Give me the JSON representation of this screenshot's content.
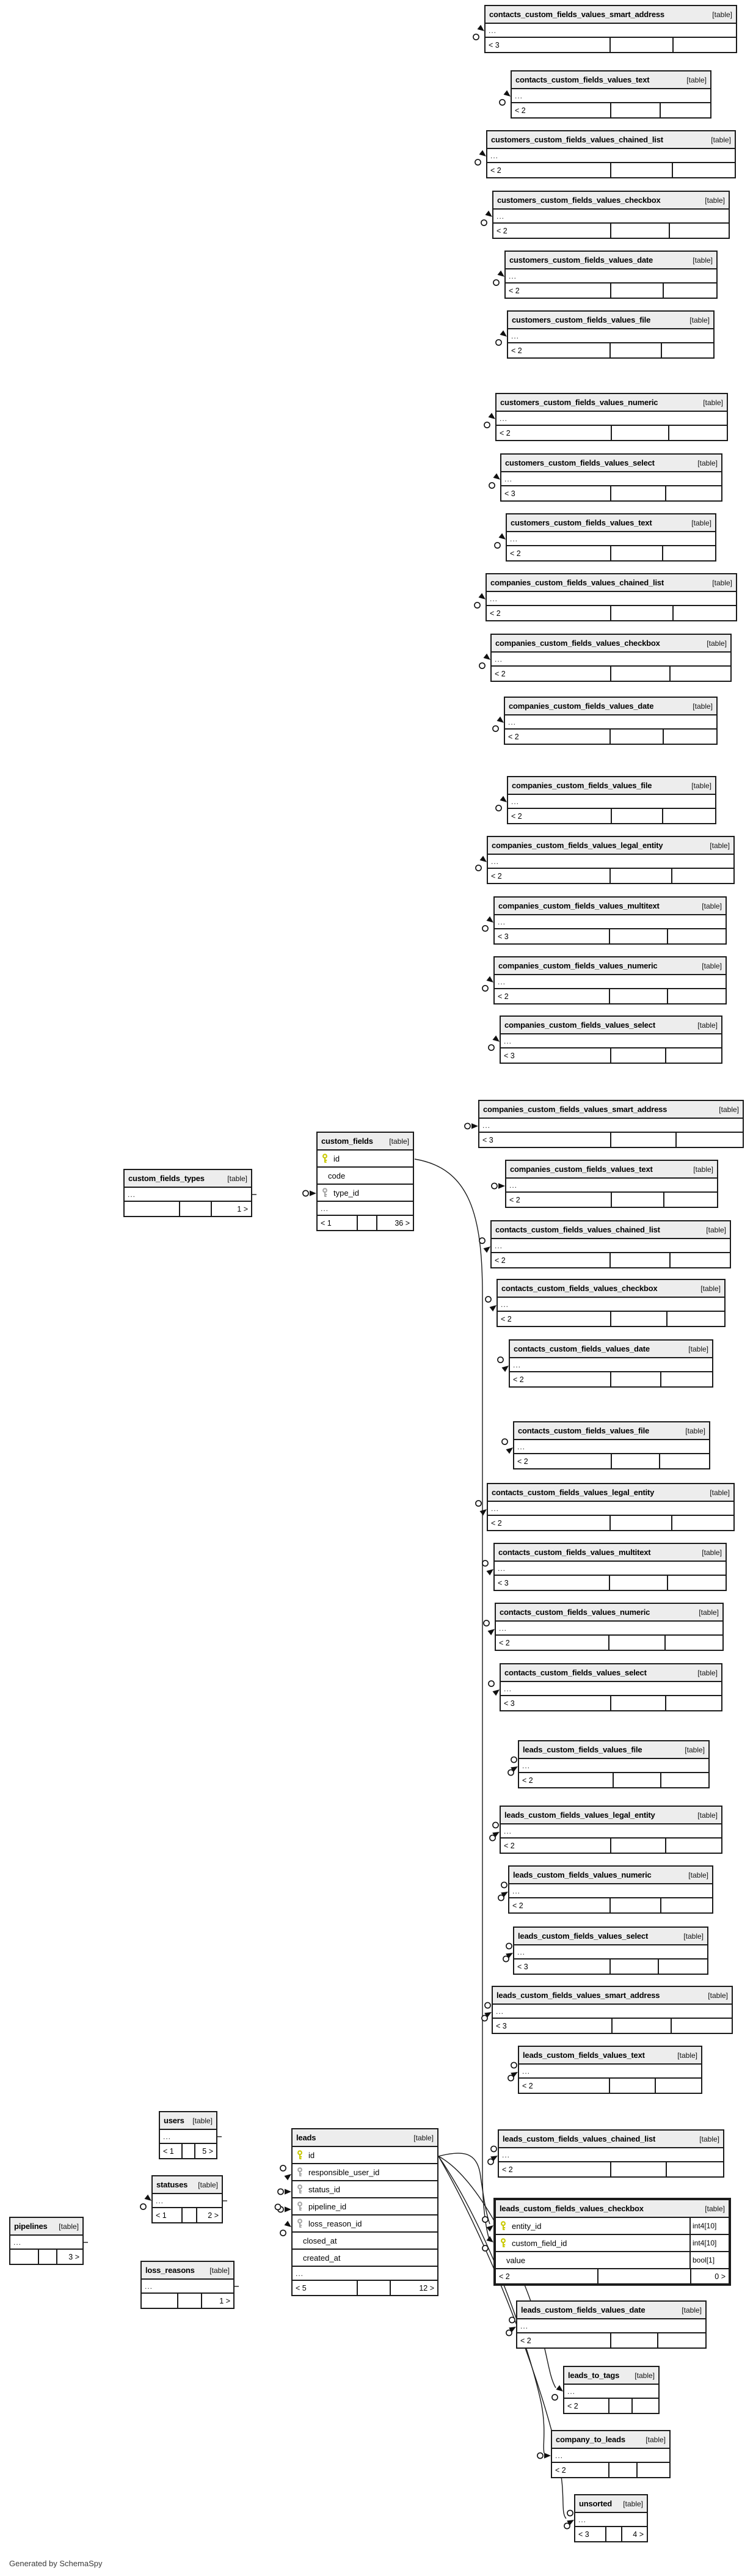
{
  "page": {
    "generated_by": "Generated by SchemaSpy"
  },
  "labels": {
    "table_tag": "[table]",
    "ellipsis": "..."
  },
  "icons": {
    "primary_key_color": "#c9c900",
    "foreign_key_color": "#a6a6a6"
  },
  "tables": [
    {
      "name": "contacts_custom_fields_values_smart_address",
      "footer": [
        "< 3",
        "",
        ""
      ]
    },
    {
      "name": "contacts_custom_fields_values_text",
      "footer": [
        "< 2",
        "",
        ""
      ]
    },
    {
      "name": "customers_custom_fields_values_chained_list",
      "footer": [
        "< 2",
        "",
        ""
      ]
    },
    {
      "name": "customers_custom_fields_values_checkbox",
      "footer": [
        "< 2",
        "",
        ""
      ]
    },
    {
      "name": "customers_custom_fields_values_date",
      "footer": [
        "< 2",
        "",
        ""
      ]
    },
    {
      "name": "customers_custom_fields_values_file",
      "footer": [
        "< 2",
        "",
        ""
      ]
    },
    {
      "name": "customers_custom_fields_values_numeric",
      "footer": [
        "< 2",
        "",
        ""
      ]
    },
    {
      "name": "customers_custom_fields_values_select",
      "footer": [
        "< 3",
        "",
        ""
      ]
    },
    {
      "name": "customers_custom_fields_values_text",
      "footer": [
        "< 2",
        "",
        ""
      ]
    },
    {
      "name": "companies_custom_fields_values_chained_list",
      "footer": [
        "< 2",
        "",
        ""
      ]
    },
    {
      "name": "companies_custom_fields_values_checkbox",
      "footer": [
        "< 2",
        "",
        ""
      ]
    },
    {
      "name": "companies_custom_fields_values_date",
      "footer": [
        "< 2",
        "",
        ""
      ]
    },
    {
      "name": "companies_custom_fields_values_file",
      "footer": [
        "< 2",
        "",
        ""
      ]
    },
    {
      "name": "companies_custom_fields_values_legal_entity",
      "footer": [
        "< 2",
        "",
        ""
      ]
    },
    {
      "name": "companies_custom_fields_values_multitext",
      "footer": [
        "< 3",
        "",
        ""
      ]
    },
    {
      "name": "companies_custom_fields_values_numeric",
      "footer": [
        "< 2",
        "",
        ""
      ]
    },
    {
      "name": "companies_custom_fields_values_select",
      "footer": [
        "< 3",
        "",
        ""
      ]
    },
    {
      "name": "companies_custom_fields_values_smart_address",
      "footer": [
        "< 3",
        "",
        ""
      ]
    },
    {
      "name": "companies_custom_fields_values_text",
      "footer": [
        "< 2",
        "",
        ""
      ]
    },
    {
      "name": "contacts_custom_fields_values_chained_list",
      "footer": [
        "< 2",
        "",
        ""
      ]
    },
    {
      "name": "contacts_custom_fields_values_checkbox",
      "footer": [
        "< 2",
        "",
        ""
      ]
    },
    {
      "name": "contacts_custom_fields_values_date",
      "footer": [
        "< 2",
        "",
        ""
      ]
    },
    {
      "name": "contacts_custom_fields_values_file",
      "footer": [
        "< 2",
        "",
        ""
      ]
    },
    {
      "name": "contacts_custom_fields_values_legal_entity",
      "footer": [
        "< 2",
        "",
        ""
      ]
    },
    {
      "name": "contacts_custom_fields_values_multitext",
      "footer": [
        "< 3",
        "",
        ""
      ]
    },
    {
      "name": "contacts_custom_fields_values_numeric",
      "footer": [
        "< 2",
        "",
        ""
      ]
    },
    {
      "name": "contacts_custom_fields_values_select",
      "footer": [
        "< 3",
        "",
        ""
      ]
    },
    {
      "name": "leads_custom_fields_values_file",
      "footer": [
        "< 2",
        "",
        ""
      ]
    },
    {
      "name": "leads_custom_fields_values_legal_entity",
      "footer": [
        "< 2",
        "",
        ""
      ]
    },
    {
      "name": "leads_custom_fields_values_numeric",
      "footer": [
        "< 2",
        "",
        ""
      ]
    },
    {
      "name": "leads_custom_fields_values_select",
      "footer": [
        "< 3",
        "",
        ""
      ]
    },
    {
      "name": "leads_custom_fields_values_smart_address",
      "footer": [
        "< 3",
        "",
        ""
      ]
    },
    {
      "name": "leads_custom_fields_values_text",
      "footer": [
        "< 2",
        "",
        ""
      ]
    },
    {
      "name": "leads_custom_fields_values_chained_list",
      "footer": [
        "< 2",
        "",
        ""
      ]
    },
    {
      "name": "leads_custom_fields_values_checkbox",
      "emphasized": true,
      "no_dots": true,
      "columns": [
        {
          "name": "entity_id",
          "key": "pk",
          "type": "int4[10]"
        },
        {
          "name": "custom_field_id",
          "key": "pk",
          "type": "int4[10]"
        },
        {
          "name": "value",
          "key": "",
          "type": "bool[1]"
        }
      ],
      "footer": [
        "< 2",
        "",
        "0 >"
      ]
    },
    {
      "name": "leads_custom_fields_values_date",
      "footer": [
        "< 2",
        "",
        ""
      ]
    },
    {
      "name": "custom_fields_types",
      "footer": [
        "",
        "",
        "1 >"
      ]
    },
    {
      "name": "custom_fields",
      "columns": [
        {
          "name": "id",
          "key": "pk"
        },
        {
          "name": "code",
          "key": ""
        },
        {
          "name": "type_id",
          "key": "fk"
        }
      ],
      "footer": [
        "< 1",
        "",
        "36 >"
      ]
    },
    {
      "name": "users",
      "footer": [
        "< 1",
        "",
        "5 >"
      ]
    },
    {
      "name": "statuses",
      "footer": [
        "< 1",
        "",
        "2 >"
      ]
    },
    {
      "name": "pipelines",
      "footer": [
        "",
        "",
        "3 >"
      ]
    },
    {
      "name": "loss_reasons",
      "footer": [
        "",
        "",
        "1 >"
      ]
    },
    {
      "name": "leads",
      "columns": [
        {
          "name": "id",
          "key": "pk"
        },
        {
          "name": "responsible_user_id",
          "key": "fk"
        },
        {
          "name": "status_id",
          "key": "fk"
        },
        {
          "name": "pipeline_id",
          "key": "fk"
        },
        {
          "name": "loss_reason_id",
          "key": "fk"
        },
        {
          "name": "closed_at",
          "key": ""
        },
        {
          "name": "created_at",
          "key": ""
        }
      ],
      "footer": [
        "< 5",
        "",
        "12 >"
      ]
    },
    {
      "name": "leads_to_tags",
      "footer": [
        "< 2",
        "",
        ""
      ]
    },
    {
      "name": "company_to_leads",
      "footer": [
        "< 2",
        "",
        ""
      ]
    },
    {
      "name": "unsorted",
      "footer": [
        "< 3",
        "",
        "4 >"
      ]
    }
  ]
}
